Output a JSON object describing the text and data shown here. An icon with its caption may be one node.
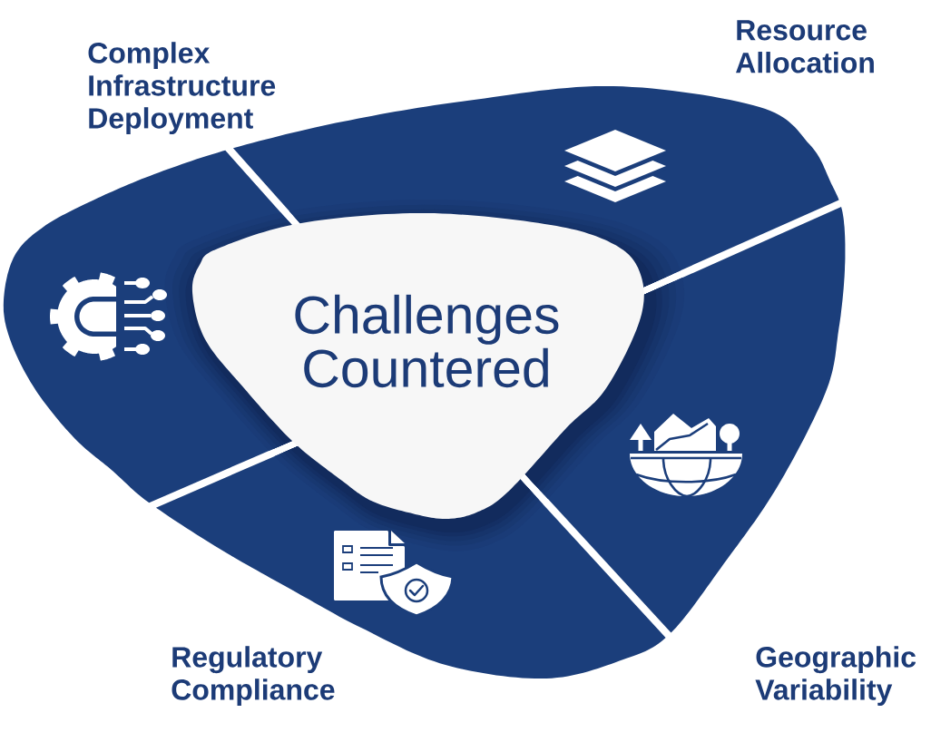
{
  "diagram": {
    "nodes": [
      {
        "text": [
          "Challenges Countered"
        ]
      },
      {
        "text": [
          "Complex Infrastructure Deployment"
        ]
      },
      {
        "text": [
          "Resource Allocation"
        ]
      },
      {
        "text": [
          "Geographic Variability"
        ]
      },
      {
        "text": [
          "Regulatory Compliance"
        ]
      }
    ]
  }
}
